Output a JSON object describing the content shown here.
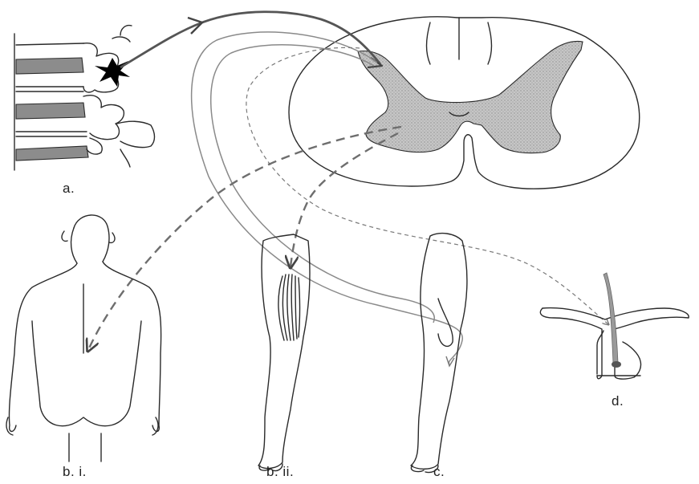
{
  "labels": {
    "a": "a.",
    "b_i": "b. i.",
    "b_ii": "b. ii.",
    "c": "c.",
    "d": "d."
  },
  "colors": {
    "ink": "#2a2a2a",
    "grey_matter": "#b8b8b8",
    "disc": "#8c8c8c",
    "arrow_solid": "#555555",
    "arrow_thin": "#8a8a8a",
    "arrow_dashed": "#6e6e6e"
  }
}
